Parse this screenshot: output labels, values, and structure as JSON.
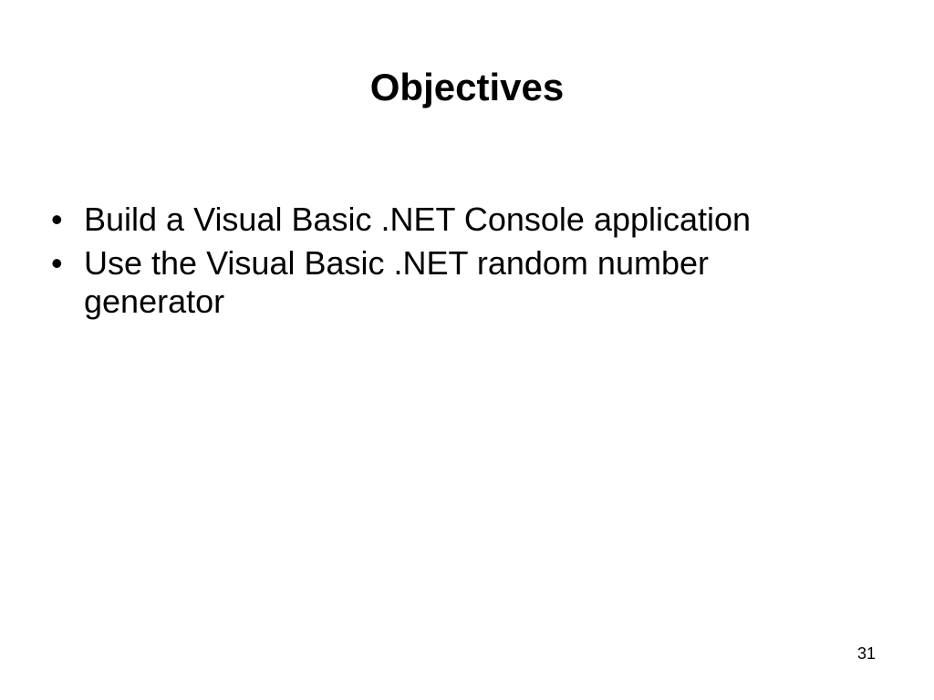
{
  "slide": {
    "title": "Objectives",
    "bullets": [
      {
        "marker": "•",
        "text": "Build a Visual Basic .NET Console application"
      },
      {
        "marker": "•",
        "text": "Use the Visual Basic .NET random number generator"
      }
    ],
    "page_number": "31"
  }
}
